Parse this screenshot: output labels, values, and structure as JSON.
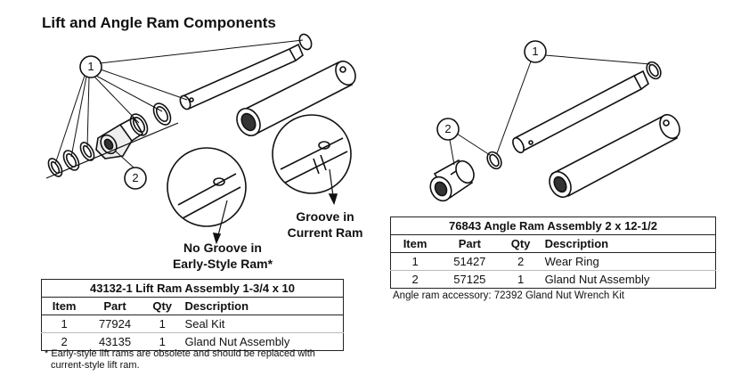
{
  "title": "Lift and Angle Ram Components",
  "callouts": {
    "no_groove_line1": "No Groove in",
    "no_groove_line2": "Early-Style Ram*",
    "groove_line1": "Groove in",
    "groove_line2": "Current Ram"
  },
  "balloons": {
    "one": "1",
    "two": "2"
  },
  "lift_table": {
    "title": "43132-1  Lift Ram Assembly 1-3/4 x 10",
    "headers": {
      "item": "Item",
      "part": "Part",
      "qty": "Qty",
      "desc": "Description"
    },
    "rows": [
      {
        "item": "1",
        "part": "77924",
        "qty": "1",
        "desc": "Seal Kit"
      },
      {
        "item": "2",
        "part": "43135",
        "qty": "1",
        "desc": "Gland Nut Assembly"
      }
    ],
    "footnote_line1": "* Early-style lift rams are obsolete and should be replaced with",
    "footnote_line2": "current-style lift ram."
  },
  "angle_table": {
    "title": "76843  Angle Ram Assembly 2 x 12-1/2",
    "headers": {
      "item": "Item",
      "part": "Part",
      "qty": "Qty",
      "desc": "Description"
    },
    "rows": [
      {
        "item": "1",
        "part": "51427",
        "qty": "2",
        "desc": "Wear Ring"
      },
      {
        "item": "2",
        "part": "57125",
        "qty": "1",
        "desc": "Gland Nut Assembly"
      }
    ],
    "accessory": "Angle ram accessory: 72392 Gland Nut Wrench Kit"
  }
}
